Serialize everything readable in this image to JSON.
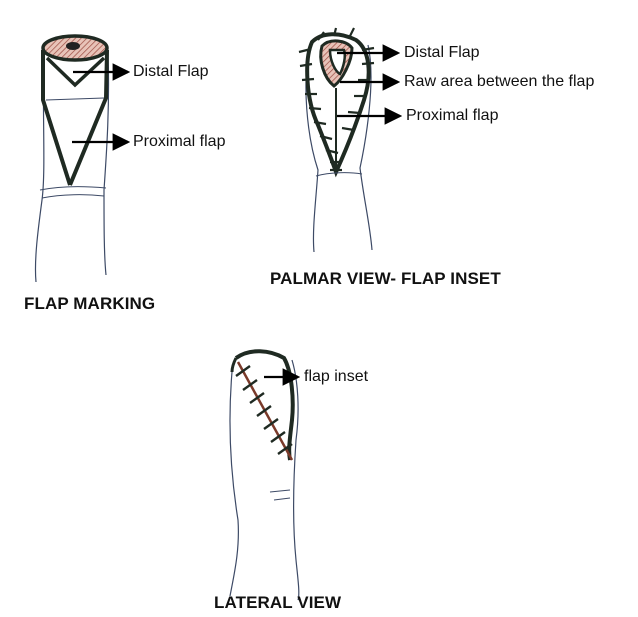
{
  "panels": {
    "flap_marking": {
      "caption": "FLAP MARKING",
      "labels": {
        "distal": "Distal Flap",
        "proximal": "Proximal flap"
      }
    },
    "palmar_view": {
      "caption": "PALMAR VIEW- FLAP INSET",
      "labels": {
        "distal": "Distal Flap",
        "raw_area": "Raw area between the flap",
        "proximal": "Proximal flap"
      }
    },
    "lateral_view": {
      "caption": "LATERAL VIEW",
      "labels": {
        "inset": "flap inset"
      }
    }
  },
  "colors": {
    "outline": "#1f2a22",
    "pencil": "#3d4a66",
    "raw_area": "#c08a7e",
    "background": "#ffffff"
  }
}
